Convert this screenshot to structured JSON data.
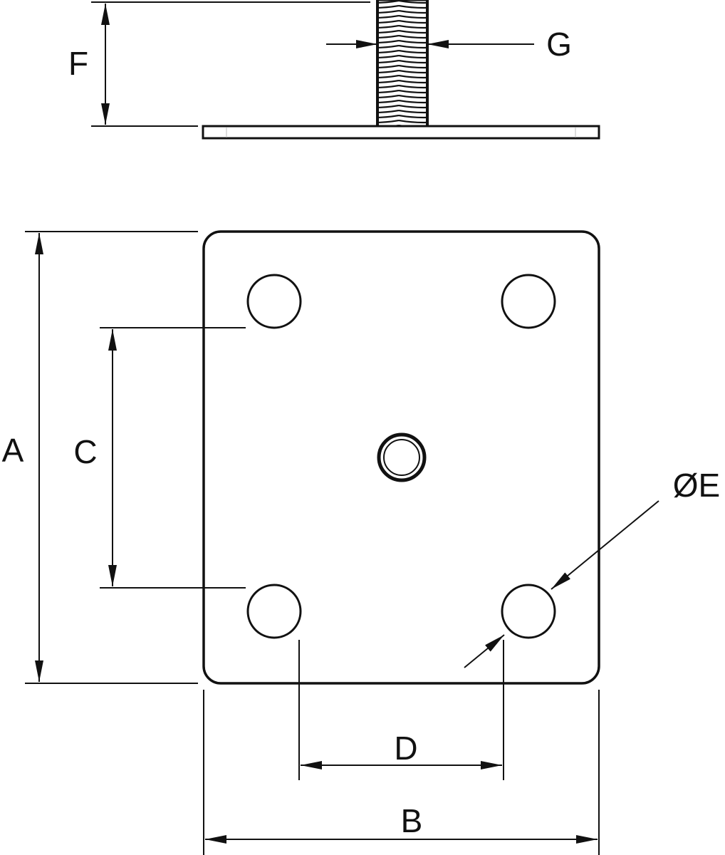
{
  "labels": {
    "A": "A",
    "B": "B",
    "C": "C",
    "D": "D",
    "E": "ØE",
    "F": "F",
    "G": "G"
  },
  "colors": {
    "line": "#111111",
    "background": "#ffffff"
  }
}
